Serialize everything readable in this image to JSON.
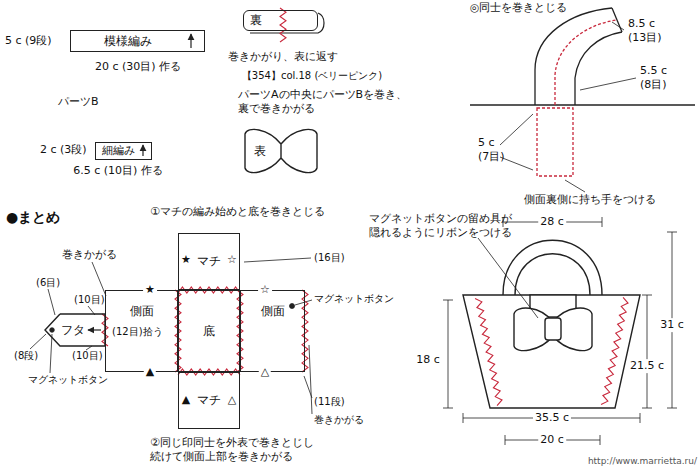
{
  "diagram": {
    "nodes": [
      {
        "text": [
          "模様編み"
        ]
      },
      {
        "text": [
          "細編み"
        ]
      },
      {
        "text": [
          "裏"
        ]
      },
      {
        "text": [
          "表"
        ]
      },
      {
        "text": [
          "マチ"
        ]
      },
      {
        "text": [
          "側面"
        ]
      },
      {
        "text": [
          "底"
        ]
      },
      {
        "text": [
          "側面"
        ]
      },
      {
        "text": [
          "マチ"
        ]
      },
      {
        "text": [
          "フタ"
        ]
      }
    ],
    "labels": [
      "5 c (9段)",
      "20 c (30目) 作る",
      "パーツB",
      "2 c (3段)",
      "6.5 c (10目) 作る",
      "巻きかがり、表に返す",
      "【354】col.18 (ベリーピンク)",
      "パーツAの中央にパーツBを巻き、 裏で巻きかがる",
      "◎同士を巻きとじる",
      "8.5 c",
      "(13目)",
      "5.5 c",
      "(8目)",
      "5 c",
      "(7目)",
      "側面裏側に持ち手をつける",
      "●まとめ",
      "①マチの編み始めと底を巻きとじる",
      "★",
      "☆",
      "★",
      "☆",
      "(16目)",
      "巻きかがる",
      "(6目)",
      "(10目)",
      "(12目)拾う",
      "(8段)",
      "(10目)",
      "マグネットボタン",
      "マグネットボタン",
      "▲",
      "△",
      "▲",
      "△",
      "(11段)",
      "巻きかがる",
      "②同じ印同士を外表で巻きとじし 続けて側面上部を巻きかがる",
      "マグネットボタンの留め具が 隠れるようにリボンをつける",
      "28 c",
      "31 c",
      "18 c",
      "21.5 c",
      "35.5 c",
      "20 c",
      "http://www.marrietta.ru/"
    ]
  }
}
